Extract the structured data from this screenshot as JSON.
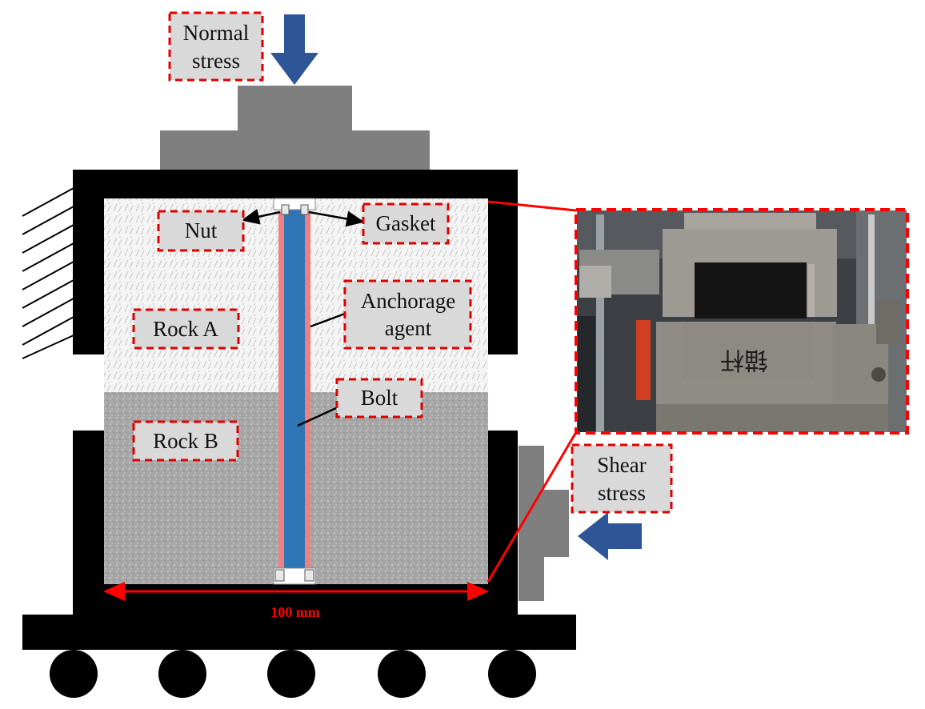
{
  "labels": {
    "normal_stress": [
      "Normal",
      "stress"
    ],
    "nut": "Nut",
    "gasket": "Gasket",
    "anchorage_agent": [
      "Anchorage",
      "agent"
    ],
    "rock_a": "Rock A",
    "bolt": "Bolt",
    "rock_b": "Rock B",
    "shear_stress": [
      "Shear",
      "stress"
    ],
    "dimension": "100 mm",
    "photo_handwriting": "锚杆"
  },
  "colors": {
    "frame": "#000000",
    "platen": "#7f7f7f",
    "arrow": "#2e5597",
    "highlight_red": "#ff0000",
    "label_fill": "#d9d9d9",
    "label_border": "#e00000",
    "rock_a_fill": "#f4f4f4",
    "rock_b_fill": "#a6a6a6",
    "bolt": "#2e75b6",
    "anchorage_agent": "#f08080"
  },
  "icons": {
    "normal_arrow": "down-arrow-icon",
    "shear_arrow": "left-arrow-icon",
    "wheels": "roller-icon",
    "fixed_support": "hatch-icon"
  }
}
